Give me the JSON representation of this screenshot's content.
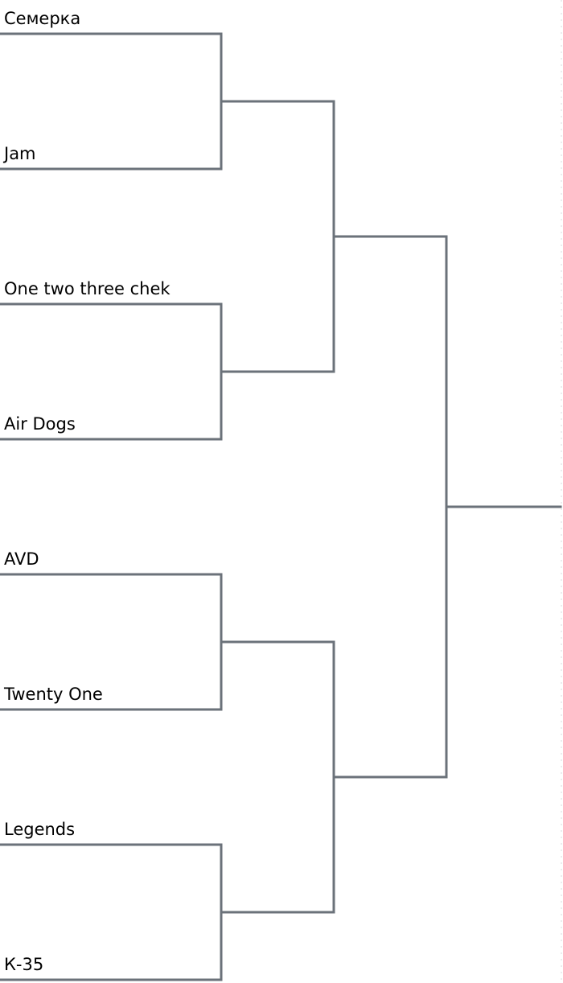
{
  "bracket": {
    "line_color": "#6b727a",
    "teams": [
      {
        "name": "Семерка"
      },
      {
        "name": "Jam"
      },
      {
        "name": "One two three chek"
      },
      {
        "name": "Air Dogs"
      },
      {
        "name": "AVD"
      },
      {
        "name": "Twenty One"
      },
      {
        "name": "Legends"
      },
      {
        "name": "К-35"
      }
    ]
  }
}
